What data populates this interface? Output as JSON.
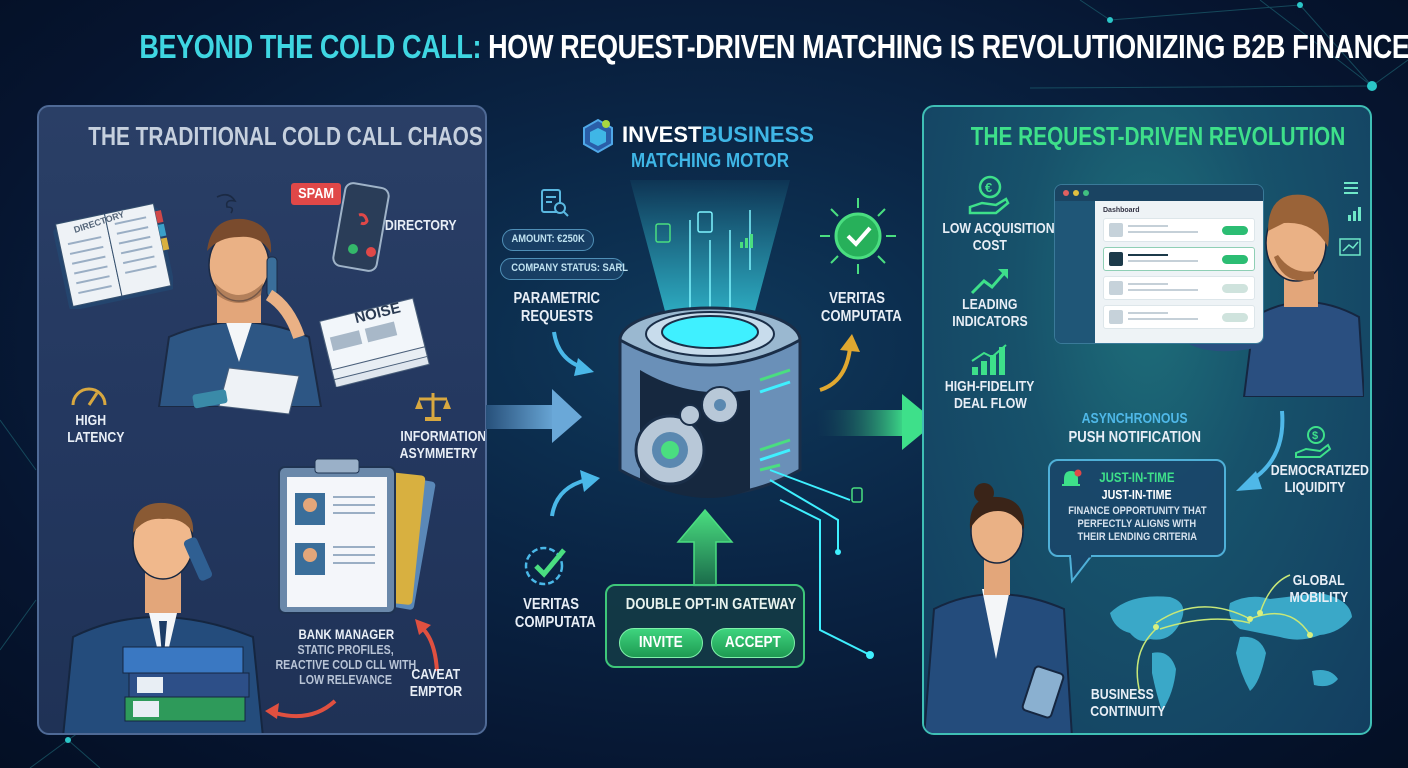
{
  "title": {
    "accent": "BEYOND THE COLD CALL:",
    "rest": " HOW REQUEST-DRIVEN MATCHING IS REVOLUTIONIZING B2B FINANCE"
  },
  "left_panel": {
    "title": "THE TRADITIONAL COLD CALL CHAOS",
    "spam_badge": "SPAM",
    "directory_book_label": "DIRECTORY",
    "directory_label": "DIRECTORY",
    "noise_label": "NOISE",
    "high_latency": [
      "HIGH",
      "LATENCY"
    ],
    "information_asymmetry": [
      "INFORMATION",
      "ASYMMETRY"
    ],
    "bank_manager": {
      "title": "BANK MANAGER",
      "lines": [
        "STATIC PROFILES,",
        "REACTIVE COLD CLL WITH",
        "LOW RELEVANCE"
      ]
    },
    "caveat_emptor": [
      "CAVEAT",
      "EMPTOR"
    ]
  },
  "center": {
    "brand_a": "INVEST",
    "brand_b": "BUSINESS",
    "subtitle": "MATCHING MOTOR",
    "chips": [
      "AMOUNT: €250K",
      "COMPANY STATUS: SARL"
    ],
    "parametric_requests": [
      "PARAMETRIC",
      "REQUESTS"
    ],
    "veritas_top": [
      "VERITAS",
      "COMPUTATA"
    ],
    "veritas_bottom": [
      "VERITAS",
      "COMPUTATA"
    ],
    "gateway": {
      "title": "DOUBLE OPT-IN GATEWAY",
      "invite": "INVITE",
      "accept": "ACCEPT"
    }
  },
  "right_panel": {
    "title": "THE REQUEST-DRIVEN REVOLUTION",
    "benefits": [
      [
        "LOW ACQUISITION",
        "COST"
      ],
      [
        "LEADING",
        "INDICATORS"
      ],
      [
        "HIGH-FIDELITY",
        "DEAL FLOW"
      ]
    ],
    "dashboard_title": "Dashboard",
    "async_label": "ASYNCHRONOUS",
    "push_label": "PUSH NOTIFICATION",
    "notification": {
      "head": "JUST-IN-TIME",
      "sub": "JUST-IN-TIME",
      "body": [
        "FINANCE OPPORTUNITY THAT",
        "PERFECTLY ALIGNS WITH",
        "THEIR LENDING CRITERIA"
      ]
    },
    "democratized_liquidity": [
      "DEMOCRATIZED",
      "LIQUIDITY"
    ],
    "global_mobility": [
      "GLOBAL",
      "MOBILITY"
    ],
    "business_continuity": [
      "BUSINESS",
      "CONTINUITY"
    ]
  },
  "colors": {
    "accent_cyan": "#3fd6e2",
    "accent_green": "#3ee08a",
    "brand_blue": "#3fb6e6",
    "spam_red": "#e04848",
    "gold": "#e0b040",
    "left_panel_bg": "#243860",
    "right_panel_border": "#3fbfb5"
  }
}
